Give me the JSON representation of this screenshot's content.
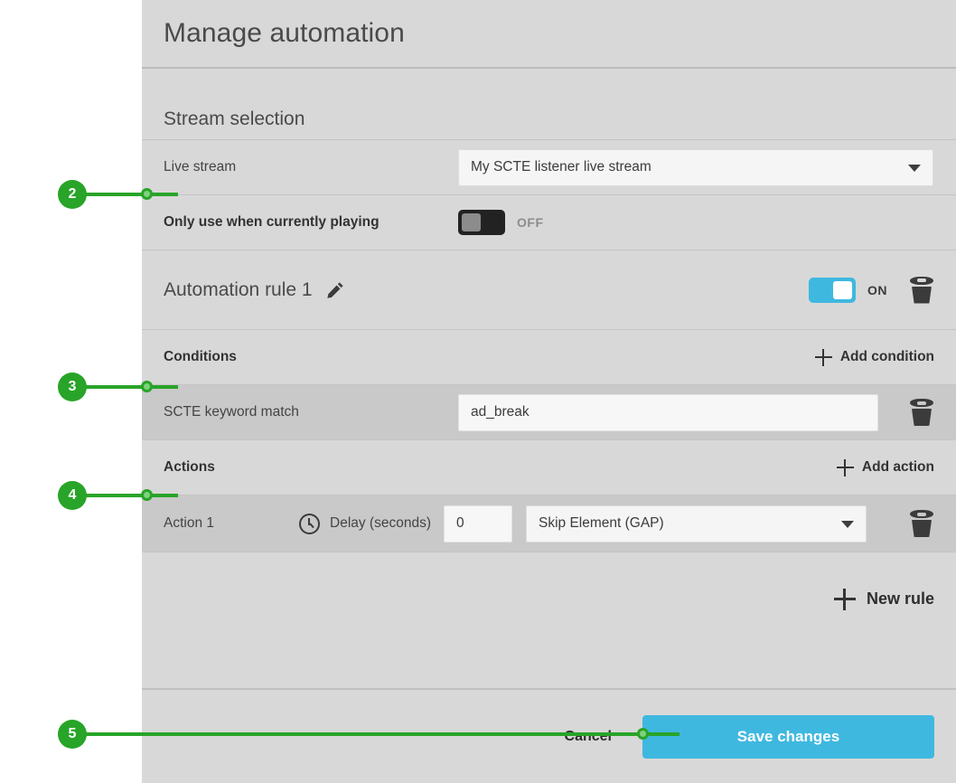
{
  "header": {
    "title": "Manage automation"
  },
  "stream_section": {
    "title": "Stream selection",
    "live_stream": {
      "label": "Live stream",
      "value": "My SCTE listener live stream",
      "caret_icon": "chevron-down-icon"
    },
    "only_when_playing": {
      "label": "Only use when currently playing",
      "state": "OFF"
    }
  },
  "rule": {
    "name": "Automation rule 1",
    "edit_icon": "pencil-icon",
    "state": "ON",
    "delete_icon": "trash-icon",
    "conditions": {
      "label": "Conditions",
      "add_label": "Add condition",
      "add_icon": "plus-icon",
      "items": [
        {
          "label": "SCTE keyword match",
          "value": "ad_break",
          "delete_icon": "trash-icon"
        }
      ]
    },
    "actions": {
      "label": "Actions",
      "add_label": "Add action",
      "add_icon": "plus-icon",
      "items": [
        {
          "label": "Action 1",
          "delay_icon": "clock-icon",
          "delay_label": "Delay (seconds)",
          "delay_value": "0",
          "type": "Skip Element (GAP)",
          "caret_icon": "chevron-down-icon",
          "delete_icon": "trash-icon"
        }
      ]
    }
  },
  "new_rule": {
    "label": "New rule",
    "icon": "plus-icon"
  },
  "footer": {
    "cancel_label": "Cancel",
    "save_label": "Save changes"
  },
  "annotations": [
    {
      "number": "2"
    },
    {
      "number": "3"
    },
    {
      "number": "4"
    },
    {
      "number": "5"
    }
  ],
  "colors": {
    "accent_blue": "#3fb8e0",
    "annotation_green": "#28a428",
    "panel_bg": "#d8d8d8",
    "row_shaded_bg": "#c9c9c9"
  }
}
